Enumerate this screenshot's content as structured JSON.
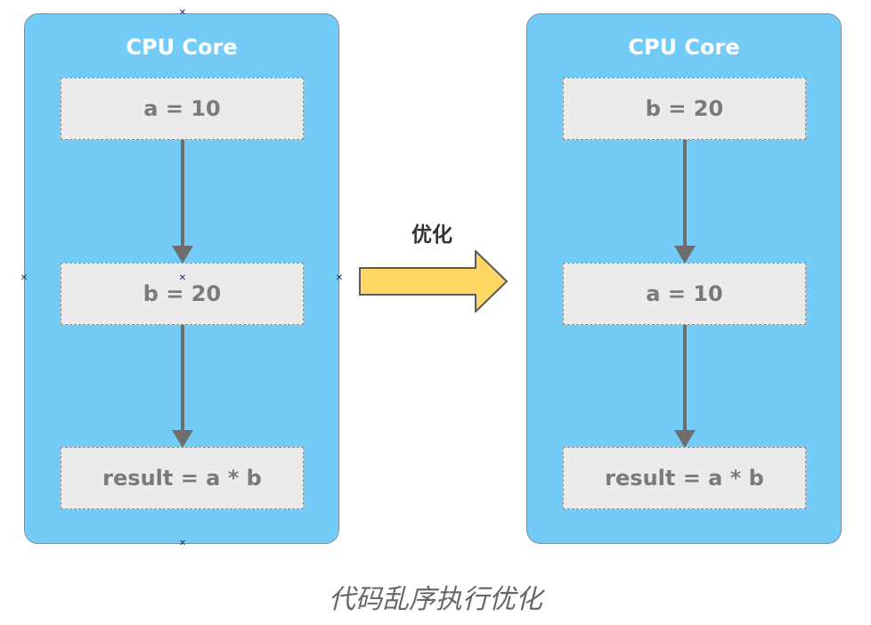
{
  "left_core": {
    "title": "CPU Core",
    "steps": [
      "a = 10",
      "b = 20",
      "result = a * b"
    ]
  },
  "right_core": {
    "title": "CPU Core",
    "steps": [
      "b = 20",
      "a = 10",
      "result = a * b"
    ]
  },
  "transition": {
    "label": "优化"
  },
  "caption": "代码乱序执行优化",
  "colors": {
    "core_fill": "#73cbf7",
    "step_fill": "#ebebeb",
    "flow_arrow": "#6e6e6e",
    "optimize_arrow": "#ffd765"
  }
}
